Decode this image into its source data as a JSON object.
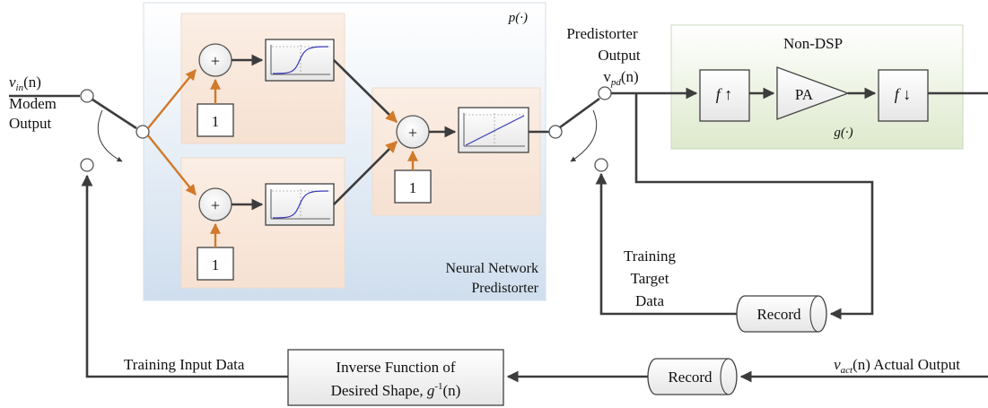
{
  "colors": {
    "signal_wire": "#3c3c3c",
    "weight_wire": "#d07a2a",
    "nn_background": "#dfe9f3",
    "layer_background": "#f7e6da",
    "non_dsp_background": "#e4eed6",
    "sigmoid_curve": "#3a3ab8"
  },
  "labels": {
    "vin_symbol": "v",
    "vin_sub": "in",
    "vin_arg": "(n)",
    "modem_line1": "Modem",
    "modem_line2": "Output",
    "p_func": "p(·)",
    "nn_line1": "Neural Network",
    "nn_line2": "Predistorter",
    "pred_line1": "Predistorter",
    "pred_line2": "Output",
    "vpd_symbol": "v",
    "vpd_sub": "pd",
    "vpd_arg": "(n)",
    "non_dsp": "Non-DSP",
    "pa": "PA",
    "g_func": "g(·)",
    "train_target_1": "Training",
    "train_target_2": "Target",
    "train_target_3": "Data",
    "record_top": "Record",
    "record_bottom": "Record",
    "train_input": "Training Input Data",
    "inv_line1": "Inverse Function of",
    "inv_line2_prefix": "Desired Shape, ",
    "inv_g": "g",
    "inv_sup": "-1",
    "inv_arg": "(n)",
    "vact_symbol": "v",
    "vact_sub": "act",
    "vact_arg": "(n)",
    "vact_text": " Actual Output",
    "sum_symbol": "+",
    "bias_value": "1",
    "f_up": "f ↑",
    "f_down": "f ↓"
  }
}
